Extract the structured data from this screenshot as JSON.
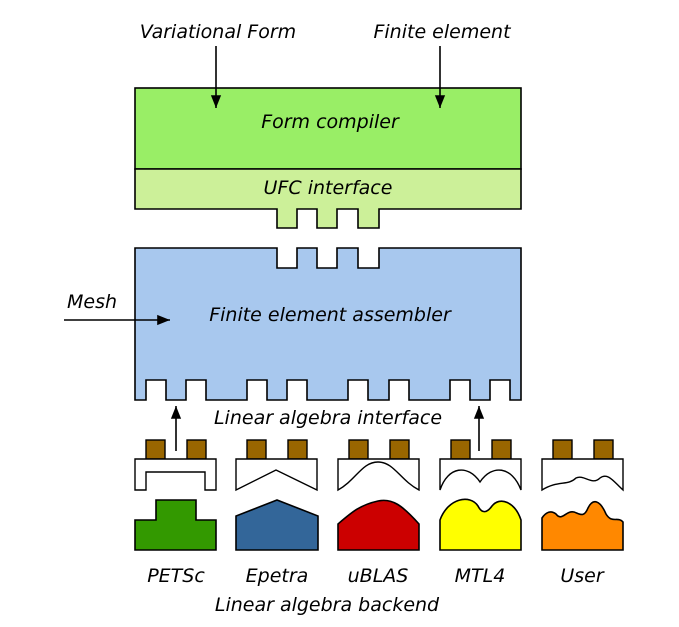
{
  "inputs": {
    "variational_form": "Variational Form",
    "finite_element": "Finite element",
    "mesh": "Mesh"
  },
  "blocks": {
    "form_compiler": "Form compiler",
    "ufc_interface": "UFC interface",
    "assembler": "Finite element assembler",
    "la_interface": "Linear algebra interface",
    "la_backend": "Linear algebra backend"
  },
  "backends": [
    {
      "name": "PETSc",
      "color": "#339900"
    },
    {
      "name": "Epetra",
      "color": "#336699"
    },
    {
      "name": "uBLAS",
      "color": "#cc0000"
    },
    {
      "name": "MTL4",
      "color": "#ffff00"
    },
    {
      "name": "User",
      "color": "#ff8800"
    }
  ],
  "colors": {
    "form_compiler": "#99ee66",
    "ufc_interface": "#ccf099",
    "assembler": "#a8c8ee",
    "connector": "#996600"
  }
}
